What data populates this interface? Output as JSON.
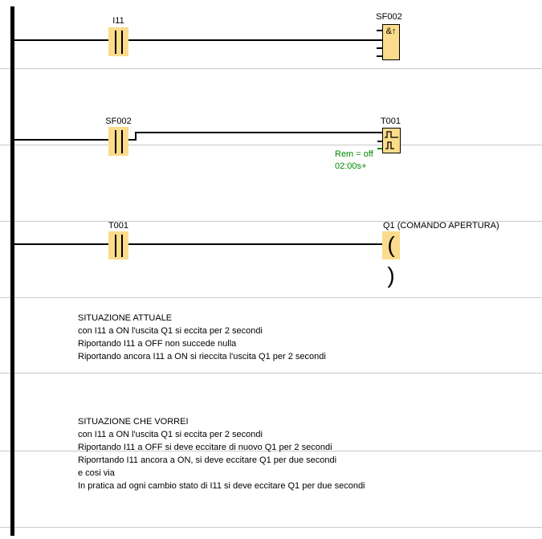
{
  "colors": {
    "highlight": "#fadc8c",
    "param_green": "#008a00",
    "wire": "#000000",
    "separator": "#c9c9c9"
  },
  "rung1": {
    "contact_label": "I11",
    "block_label": "SF002",
    "block_symbol": "&↑"
  },
  "rung2": {
    "contact_label": "SF002",
    "block_label": "T001",
    "param_rem": "Rem = off",
    "param_time": "02:00s+"
  },
  "rung3": {
    "contact_label": "T001",
    "coil_label": "Q1 (COMANDO APERTURA)",
    "coil_symbol": "( )"
  },
  "comment_attuale": {
    "lines": [
      "SITUAZIONE ATTUALE",
      "con I11 a ON l'uscita Q1 si eccita per 2 secondi",
      "Riportando I11 a OFF non succede nulla",
      "Riportando ancora I11 a ON si rieccita l'uscita Q1 per 2 secondi"
    ]
  },
  "comment_vorrei": {
    "lines": [
      "SITUAZIONE CHE VORREI",
      "con I11 a ON l'uscita Q1 si eccita per 2 secondi",
      "Riportando I11 a OFF si deve eccitare di nuovo Q1 per 2 secondi",
      "Riporrtando I11 ancora a ON, si deve eccitare Q1 per due secondi",
      "e cosi via",
      "In pratica ad ogni cambio stato di I11 si deve eccitare Q1 per due secondi"
    ]
  }
}
